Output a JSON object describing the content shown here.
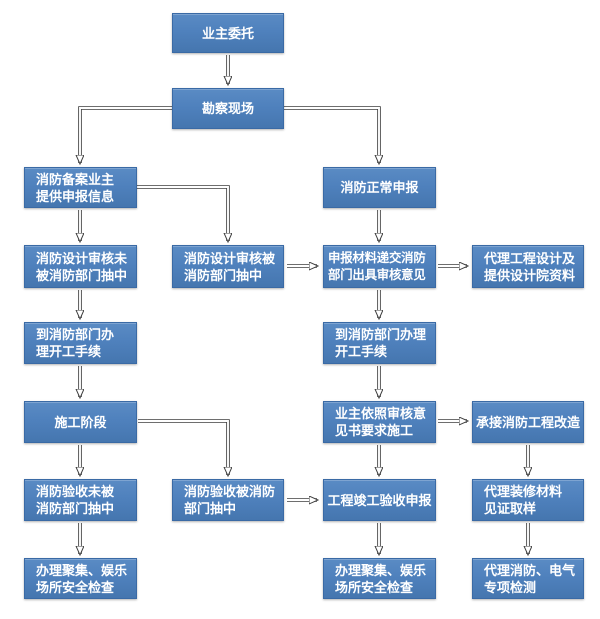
{
  "flowchart": {
    "nodes": {
      "owner_entrust": {
        "label": "业主委托"
      },
      "site_survey": {
        "label": "勘察现场"
      },
      "filing_owner_info": {
        "label": "消防备案业主\n提供申报信息"
      },
      "normal_application": {
        "label": "消防正常申报"
      },
      "design_review_not_selected": {
        "label": "消防设计审核未\n被消防部门抽中"
      },
      "design_review_selected": {
        "label": "消防设计审核被\n消防部门抽中"
      },
      "submit_materials_opinion": {
        "label": "申报材料递交消防\n部门出具审核意见"
      },
      "agent_engineering_design": {
        "label": "代理工程设计及\n提供设计院资料"
      },
      "start_work_formalities_left": {
        "label": "到消防部门办\n理开工手续"
      },
      "start_work_formalities_right": {
        "label": "到消防部门办理\n开工手续"
      },
      "construction_stage": {
        "label": "施工阶段"
      },
      "construct_per_opinion": {
        "label": "业主依照审核意\n见书要求施工"
      },
      "undertake_fire_renovation": {
        "label": "承接消防工程改造"
      },
      "acceptance_not_selected": {
        "label": "消防验收未被\n消防部门抽中"
      },
      "acceptance_selected": {
        "label": "消防验收被消防\n部门抽中"
      },
      "completion_acceptance_apply": {
        "label": "工程竣工验收申报"
      },
      "agent_material_sampling": {
        "label": "代理装修材料\n见证取样"
      },
      "assembly_safety_check_left": {
        "label": "办理聚集、娱乐\n场所安全检查"
      },
      "assembly_safety_check_right": {
        "label": "办理聚集、娱乐\n场所安全检查"
      },
      "agent_special_testing": {
        "label": "代理消防、电气\n专项检测"
      }
    },
    "colors": {
      "node_fill": "#4f81bd",
      "node_border": "#3a6aa5",
      "node_text": "#ffffff",
      "connector": "#3f3f3f"
    }
  }
}
